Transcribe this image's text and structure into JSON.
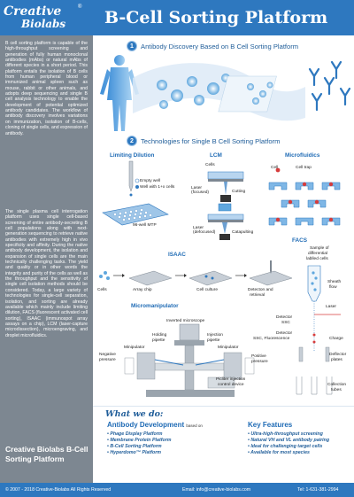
{
  "header": {
    "logo_line1": "Creative",
    "logo_line2": "Biolabs",
    "logo_reg": "®",
    "title": "B-Cell Sorting Platform"
  },
  "left": {
    "para1": "B cell sorting platform is capable of the high-throughput screening and generation of fully human monoclonal antibodies (mAbs) or natural mAbs of different species in a short period. This platform entails the isolation of B cells from human peripheral blood or immunized animal spleen such as mouse, rabbit or other animals, and adopts deep sequencing and single B cell analysis technology to enable the development of potential optimized antibody candidates. The workflow of antibody discovery involves variations on immunization, isolation of B-cells, cloning of single cells, and expression of antibody.",
    "para2": "The single plasma cell interrogation platform uses single cell-based screening of entire antibody-secreting B cell populations along with next-generation sequencing to retrieve native antibodies with extremely high in vivo specificity and affinity. During the native antibody development, the isolation and expansion of single cells are the main technically challenging tasks. The yield and quality or in other words the integrity and purity of the cells as well as the throughput and the sensitivity of single cell isolation methods should be considered. Today, a large variety of technologies for single-cell separation, isolation, and sorting are already available which mainly include limiting dilution, FACS (fluorescent activated cell sorting), ISAAC (immunospot array assays on a chip), LCM (laser-capture microdissection), microengraving, and droplet microfluidics.",
    "footer": "Creative Biolabs B-Cell Sorting Platform"
  },
  "sections": {
    "s1_num": "1",
    "s1_title": "Antibody Discovery Based on B Cell Sorting Platform",
    "s2_num": "2",
    "s2_title": "Technologies for Single B Cell Sorting Platform"
  },
  "panels": {
    "limiting": {
      "title": "Limiting Dilution",
      "empty_well": "Empty well",
      "well_cells": "Well with 1+x cells",
      "plate": "96-well MTP"
    },
    "lcm": {
      "title": "LCM",
      "cells": "Cells",
      "laser_focused": "Laser",
      "laser_focused2": "(focused)",
      "cutting": "Cutting",
      "laser_defocused": "Laser",
      "laser_defocused2": "(defocused)",
      "catapulting": "Catapulting"
    },
    "microfluidics": {
      "title": "Microfluidics",
      "cell": "Cell",
      "cell_trap": "Cell trap"
    },
    "isaac": {
      "title": "ISAAC",
      "cells": "Cells",
      "chip": "Array chip",
      "culture": "Cell culture",
      "detection": "Detecton and",
      "retrieval": "retrieval"
    },
    "facs": {
      "title": "FACS",
      "sample1": "Sample of",
      "sample2": "differential",
      "sample3": "lablled cells",
      "sheath1": "Sheath",
      "sheath2": "flow",
      "laser": "Laser",
      "det_ssc1": "Detector",
      "det_ssc2": "SSC",
      "det_fl1": "Detector",
      "det_fl2": "SSC, Fluorescence",
      "charge": "Charge",
      "deflector1": "Deflector",
      "deflector2": "plates",
      "tubes1": "Collection",
      "tubes2": "tubes"
    },
    "micromanipulator": {
      "title": "Micromanipulator",
      "inverted": "Inverted microscope",
      "holding1": "Holding",
      "holding2": "pipette",
      "injection1": "Injection",
      "injection2": "pipette",
      "neg1": "Negative",
      "neg2": "pressure",
      "manip_left": "Minipulator",
      "manip_right": "Minipulator",
      "pos1": "Positive",
      "pos2": "pressure",
      "picliter1": "Picliter injection",
      "picliter2": "control device"
    }
  },
  "what_we_do": {
    "title": "What we do:",
    "col1_head": "Antibody Development",
    "col1_based": "based on",
    "col1_items": [
      "Phage Display Platform",
      "Membrane Protein Platform",
      "B-Cell Sorting Platform",
      "Hyperdomo™ Platform"
    ],
    "col2_head": "Key Features",
    "col2_items": [
      "Ultra-high-throughput screening",
      "Natural VH and VL antibody pairing",
      "Ideal for challenging target cells",
      "Available for most species"
    ]
  },
  "footer": {
    "copyright": "© 2007 - 2018 Creative-Biolabs All Rights Reserved",
    "email": "Email: info@creative-biolabs.com",
    "tel": "Tel: 1-631-381-2994"
  },
  "colors": {
    "brand_blue": "#2e78bf",
    "sidebar_gray": "#7d8791",
    "title_blue": "#1f6bb5"
  }
}
